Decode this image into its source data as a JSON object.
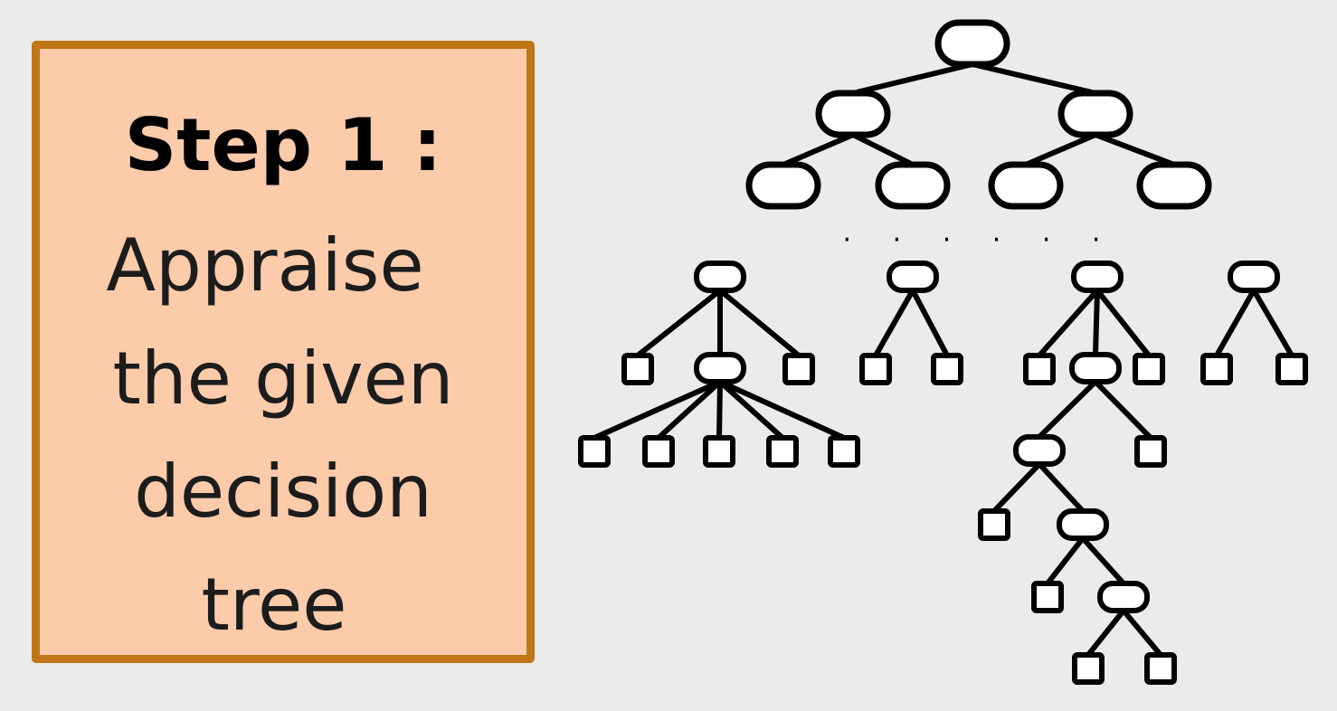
{
  "step": {
    "title": "Step 1 :",
    "lines": [
      "Appraise",
      "the given",
      "decision",
      "tree"
    ]
  },
  "diagram": {
    "ellipsis": "· · · · · ·",
    "stroke_color": "#000000",
    "node_fill": "#ffffff"
  }
}
